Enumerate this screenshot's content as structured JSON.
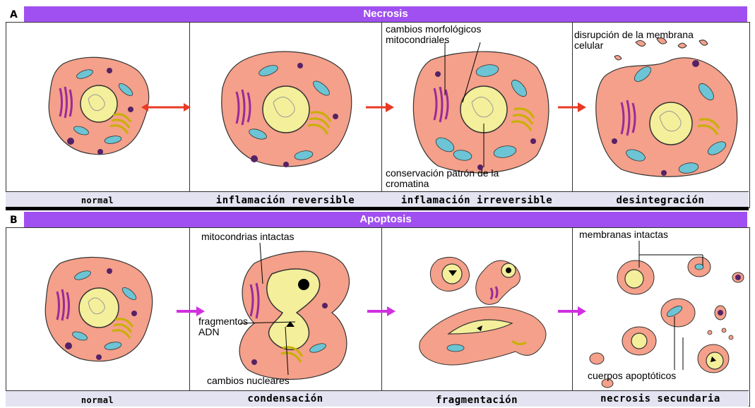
{
  "panel_a": {
    "letter": "A",
    "title": "Necrosis",
    "stages": [
      "normal",
      "inflamación reversible",
      "inflamación irreversible",
      "desintegración"
    ],
    "annotations": {
      "mito_changes": "cambios morfológicos\nmitocondriales",
      "chromatin": "conservación patrón de la\ncromatina",
      "membrane": "disrupción de la membrana\ncelular"
    }
  },
  "panel_b": {
    "letter": "B",
    "title": "Apoptosis",
    "stages": [
      "normal",
      "condensación",
      "fragmentación",
      "necrosis secundaria"
    ],
    "annotations": {
      "mito_intact": "mitocondrias intactas",
      "dna_frag": "fragmentos\nADN",
      "nuclear": "cambios nucleares",
      "membranes": "membranas intactas",
      "bodies": "cuerpos apoptóticos"
    }
  },
  "colors": {
    "header": "#a050f0",
    "cytoplasm": "#f4a08a",
    "nucleus": "#f4ef9a",
    "mito": "#6cc4d4",
    "golgi": "#f0dc2c",
    "er": "#9a2a9a",
    "necrosis_arrow": "#e83a24",
    "apoptosis_arrow": "#d030e0"
  }
}
